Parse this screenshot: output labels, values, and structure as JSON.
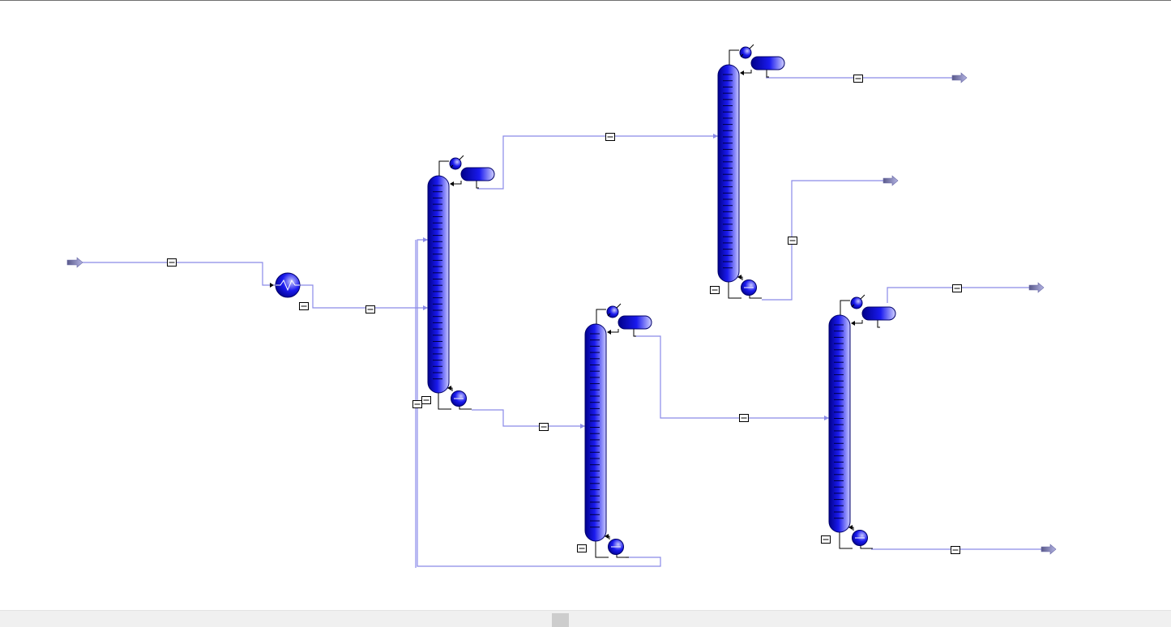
{
  "diagram": {
    "type": "process-flowsheet",
    "units": {
      "feed_heater": "heater",
      "columns": [
        "distillation-column",
        "distillation-column",
        "distillation-column",
        "distillation-column"
      ]
    },
    "colors": {
      "stream": "#8a8ae8",
      "equipment": "#1a1aee",
      "equipment_dark": "#00008a",
      "equipment_light": "#c8c8ff",
      "outline": "#000000",
      "tag_fill": "#ffffff"
    },
    "icons": {
      "stream_tag": "minus-box-icon",
      "feed_arrow": "arrow-right-icon",
      "product_arrow": "arrow-right-icon",
      "heater": "heat-exchanger-icon",
      "column": "distillation-column-icon",
      "condenser": "condenser-icon",
      "reflux_drum": "reflux-drum-icon",
      "reboiler": "reboiler-icon"
    }
  },
  "scrollbar": {
    "orientation": "horizontal"
  }
}
